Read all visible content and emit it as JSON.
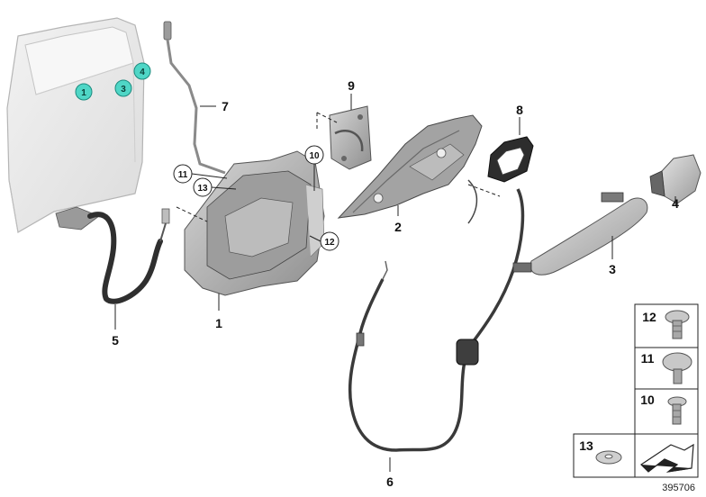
{
  "diagram": {
    "callouts": {
      "p1": "1",
      "p2": "2",
      "p3": "3",
      "p4": "4",
      "p5": "5",
      "p6": "6",
      "p7": "7",
      "p8": "8",
      "p9": "9"
    },
    "circled": {
      "c10": "10",
      "c11": "11",
      "c12": "12",
      "c13": "13"
    },
    "door_markers": {
      "m1": "1",
      "m3": "3",
      "m4": "4"
    },
    "side_table": {
      "r12": "12",
      "r11": "11",
      "r10": "10",
      "r13": "13"
    },
    "reference_number": "395706"
  },
  "colors": {
    "door_marker_fill": "#4fd6c6",
    "part_gray": "#a9a9a9",
    "door_gray": "#e8e8e8"
  }
}
